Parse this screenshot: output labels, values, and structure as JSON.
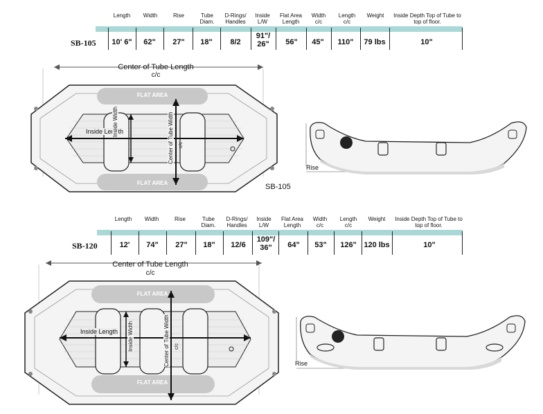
{
  "headers": [
    "Length",
    "Width",
    "Rise",
    "Tube Diam.",
    "D-Rings/ Handles",
    "Inside L/W",
    "Flat Area Length",
    "Width c/c",
    "Length c/c",
    "Weight",
    "Inside Depth Top of Tube to top of floor."
  ],
  "boats": [
    {
      "model": "SB-105",
      "values": [
        "10' 6\"",
        "62\"",
        "27\"",
        "18\"",
        "8/2",
        "91\"/ 26\"",
        "56\"",
        "45\"",
        "110\"",
        "79 lbs",
        "10\""
      ],
      "center_length_label": "Center of Tube Length",
      "cc": "c/c",
      "flat_area": "FLAT AREA",
      "inside_length": "Inside Length",
      "inside_width": "Inside Width",
      "center_width": "Center of Tube Width",
      "rise": "Rise",
      "caption": "SB-105"
    },
    {
      "model": "SB-120",
      "values": [
        "12'",
        "74\"",
        "27\"",
        "18\"",
        "12/6",
        "109\"/ 36\"",
        "64\"",
        "53\"",
        "126\"",
        "120 lbs",
        "10\""
      ],
      "center_length_label": "Center of Tube Length",
      "cc": "c/c",
      "flat_area": "FLAT AREA",
      "inside_length": "Inside Length",
      "inside_width": "Inside Width",
      "center_width": "Center of Tube Width",
      "rise": "Rise",
      "caption": ""
    }
  ],
  "colors": {
    "band": "#a9d8d6",
    "flat_area": "#c8c8c8",
    "raft_fill": "#f4f4f4",
    "outline": "#222222"
  }
}
